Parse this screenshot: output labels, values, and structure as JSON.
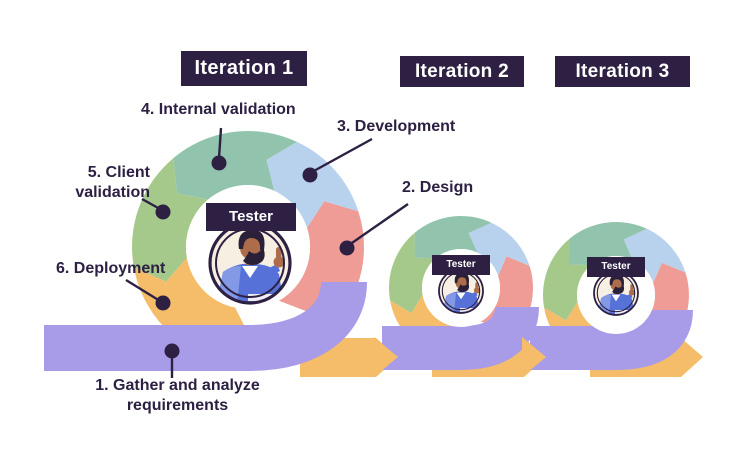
{
  "iterations": [
    {
      "label": "Iteration 1"
    },
    {
      "label": "Iteration 2"
    },
    {
      "label": "Iteration 3"
    }
  ],
  "tester": {
    "label": "Tester"
  },
  "steps": {
    "gather": {
      "label": "1. Gather and analyze\nrequirements",
      "color": "purple"
    },
    "design": {
      "label": "2. Design",
      "color": "red"
    },
    "development": {
      "label": "3. Development",
      "color": "blue"
    },
    "internal_validation": {
      "label": "4. Internal validation",
      "color": "teal"
    },
    "client_validation": {
      "label": "5. Client\nvalidation",
      "color": "green"
    },
    "deployment": {
      "label": "6. Deployment",
      "color": "orange"
    }
  },
  "colors": {
    "dark": "#2d2043",
    "purple": "#a89ce9",
    "orange": "#f5bc69",
    "green": "#a5c98b",
    "teal": "#92c4ad",
    "blue": "#b8d2ee",
    "red": "#ee9c95",
    "cream": "#f7f0e2",
    "skin": "#ad6d4b",
    "hair": "#2a2138",
    "sweater": "#5672d8",
    "sweater_light": "#8499e6",
    "laptop": "#efeef8"
  }
}
